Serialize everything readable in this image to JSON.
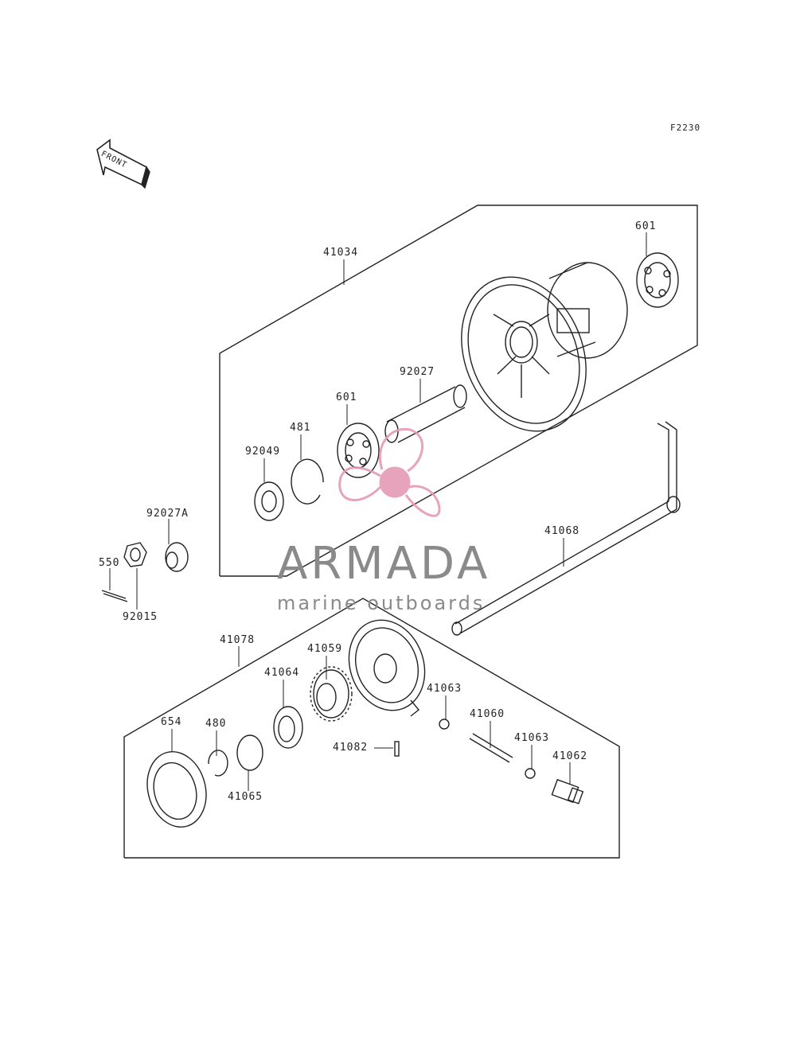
{
  "diagram": {
    "figure_code": "F2230",
    "front_label": "FRONT",
    "parts": {
      "p41034": "41034",
      "p601_top": "601",
      "p92027": "92027",
      "p601": "601",
      "p481": "481",
      "p92049": "92049",
      "p92027A": "92027A",
      "p550": "550",
      "p92015": "92015",
      "p41068": "41068",
      "p41078": "41078",
      "p41059": "41059",
      "p41064": "41064",
      "p41063_a": "41063",
      "p41060": "41060",
      "p41063_b": "41063",
      "p41062": "41062",
      "p41082": "41082",
      "p654": "654",
      "p480": "480",
      "p41065": "41065"
    }
  },
  "watermark": {
    "brand": "ARMADA",
    "tagline": "marine outboards",
    "logo_color": "#e59ab5"
  }
}
